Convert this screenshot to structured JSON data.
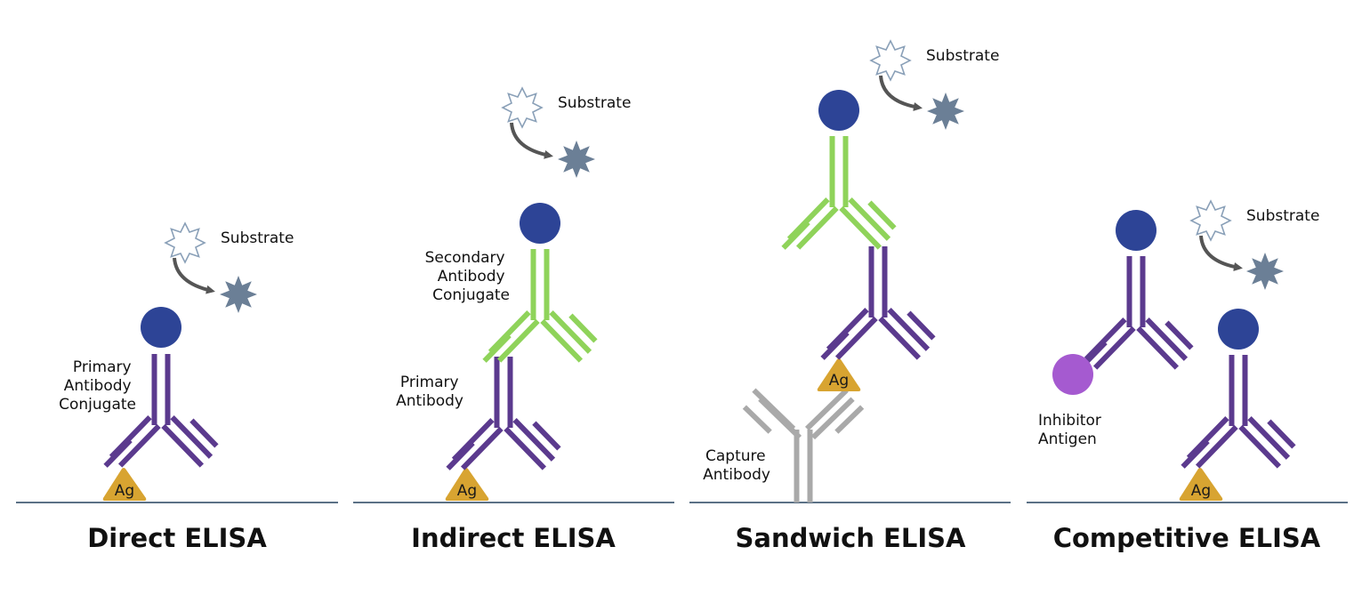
{
  "colors": {
    "primary_antibody": "#5b3a8e",
    "secondary_antibody": "#8fd35a",
    "capture_antibody": "#a9a9a9",
    "enzyme": "#2d4496",
    "antigen": "#d8a431",
    "inhibitor_antigen": "#a55ad0",
    "product_star": "#6b7f96",
    "substrate_star_outline": "#8aa0b8",
    "arrow": "#555555",
    "baseline": "#5b7186"
  },
  "panels": [
    {
      "title": "Direct ELISA",
      "labels": {
        "substrate": "Substrate",
        "primary_conjugate": [
          "Primary",
          "Antibody",
          "Conjugate"
        ],
        "antigen": "Ag"
      }
    },
    {
      "title": "Indirect ELISA",
      "labels": {
        "substrate": "Substrate",
        "secondary_conjugate": [
          "Secondary",
          "Antibody",
          "Conjugate"
        ],
        "primary_antibody": [
          "Primary",
          "Antibody"
        ],
        "antigen": "Ag"
      }
    },
    {
      "title": "Sandwich ELISA",
      "labels": {
        "substrate": "Substrate",
        "antigen": "Ag",
        "capture_antibody": [
          "Capture",
          "Antibody"
        ]
      }
    },
    {
      "title": "Competitive ELISA",
      "labels": {
        "substrate": "Substrate",
        "inhibitor_antigen": [
          "Inhibitor",
          "Antigen"
        ],
        "antigen": "Ag"
      }
    }
  ]
}
